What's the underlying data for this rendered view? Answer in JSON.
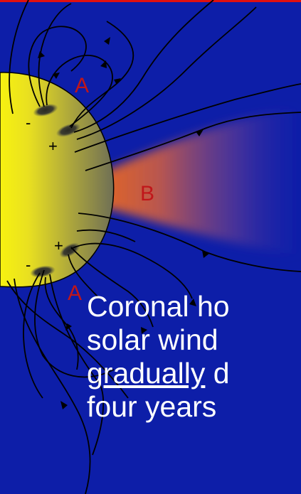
{
  "diagram": {
    "labels": {
      "region_a_top": "A",
      "region_a_bottom": "A",
      "region_b": "B",
      "polarity_upper_minus": "-",
      "polarity_upper_plus": "+",
      "polarity_lower_plus": "+",
      "polarity_lower_minus": "-"
    },
    "colors": {
      "background": "#0d1ea8",
      "top_border": "#e01010",
      "sun_core": "#f5ee10",
      "sun_limb": "#6f6f55",
      "field_lines": "#000000",
      "region_labels": "#c0161a",
      "streamer": "#e86a20",
      "caption_text": "#ffffff"
    }
  },
  "caption": {
    "line1": "Coronal ho",
    "line2": "solar wind",
    "line3_underlined": "gradually",
    "line3_rest": " d",
    "line4": "four years"
  }
}
